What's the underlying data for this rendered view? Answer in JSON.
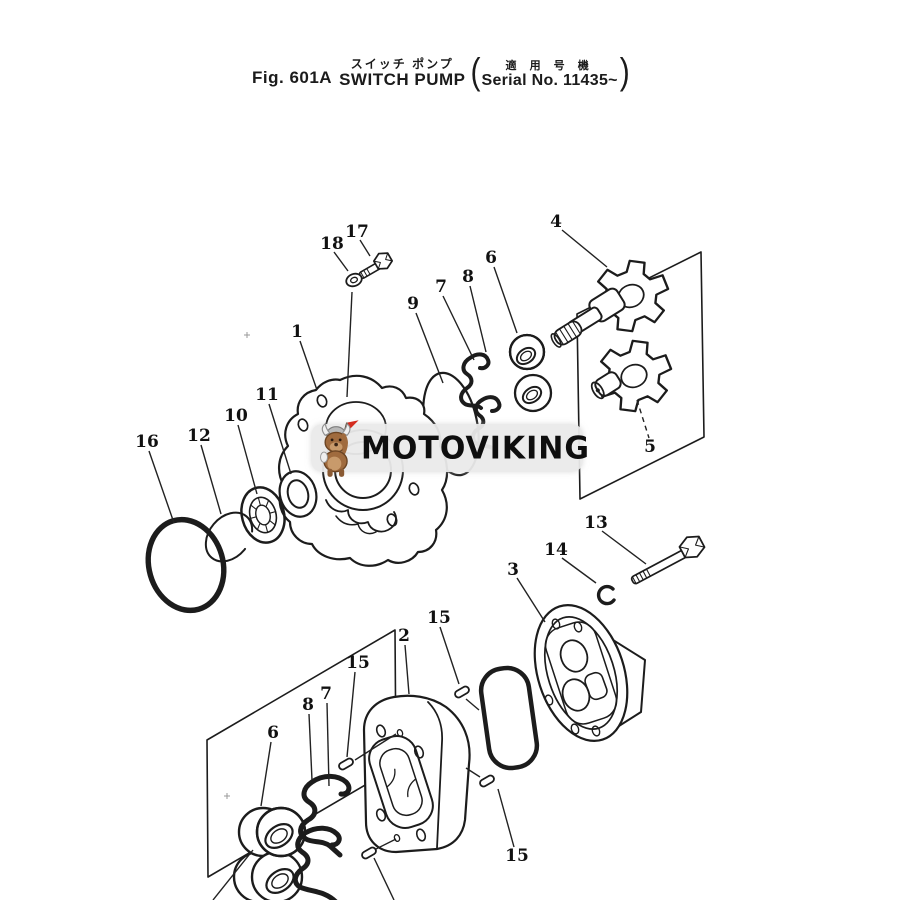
{
  "figure": {
    "fig_label": "Fig. 601A",
    "title_jp": "スイッチ ポンプ",
    "title_en": "SWITCH PUMP",
    "serial_note_jp": "適 用 号 機",
    "serial_note_en": "Serial No. 11435~",
    "paren_open": "(",
    "paren_close": ")"
  },
  "watermark": {
    "brand": "MOTOVIKING",
    "pill_color": "#ececec",
    "text_color": "#0e0e0e",
    "mascot": "viking-dog-icon"
  },
  "canvas": {
    "ink": "#1c1c1c",
    "paper": "#ffffff"
  },
  "callouts": [
    {
      "part": "1"
    },
    {
      "part": "2"
    },
    {
      "part": "3"
    },
    {
      "part": "4"
    },
    {
      "part": "5"
    },
    {
      "part": "6"
    },
    {
      "part": "7"
    },
    {
      "part": "8"
    },
    {
      "part": "9"
    },
    {
      "part": "10"
    },
    {
      "part": "11"
    },
    {
      "part": "12"
    },
    {
      "part": "13"
    },
    {
      "part": "14"
    },
    {
      "part": "15"
    },
    {
      "part": "15"
    },
    {
      "part": "15"
    },
    {
      "part": "16"
    },
    {
      "part": "17"
    },
    {
      "part": "18"
    },
    {
      "part": "6"
    },
    {
      "part": "7"
    },
    {
      "part": "8"
    }
  ]
}
